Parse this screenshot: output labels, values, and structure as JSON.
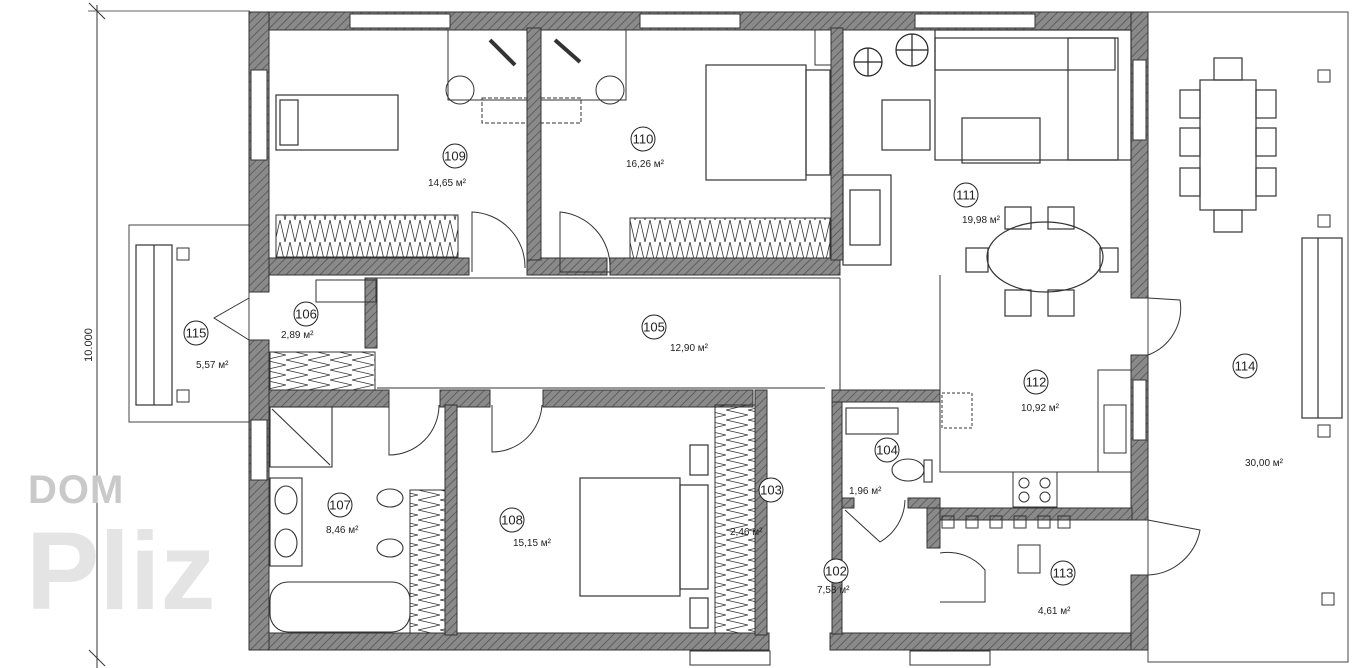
{
  "dimension": "10.000",
  "watermark": {
    "line1": "DOM",
    "line2": "Pliz"
  },
  "rooms": [
    {
      "id": "r102",
      "number": "102",
      "area": "7,58 м²"
    },
    {
      "id": "r103",
      "number": "103",
      "area": "2,46 м²"
    },
    {
      "id": "r104",
      "number": "104",
      "area": "1,96 м²"
    },
    {
      "id": "r105",
      "number": "105",
      "area": "12,90 м²"
    },
    {
      "id": "r106",
      "number": "106",
      "area": "2,89 м²"
    },
    {
      "id": "r107",
      "number": "107",
      "area": "8,46 м²"
    },
    {
      "id": "r108",
      "number": "108",
      "area": "15,15 м²"
    },
    {
      "id": "r109",
      "number": "109",
      "area": "14,65 м²"
    },
    {
      "id": "r110",
      "number": "110",
      "area": "16,26 м²"
    },
    {
      "id": "r111",
      "number": "111",
      "area": "19,98 м²"
    },
    {
      "id": "r112",
      "number": "112",
      "area": "10,92 м²"
    },
    {
      "id": "r113",
      "number": "113",
      "area": "4,61 м²"
    },
    {
      "id": "r114",
      "number": "114",
      "area": "30,00 м²"
    },
    {
      "id": "r115",
      "number": "115",
      "area": "5,57 м²"
    }
  ]
}
